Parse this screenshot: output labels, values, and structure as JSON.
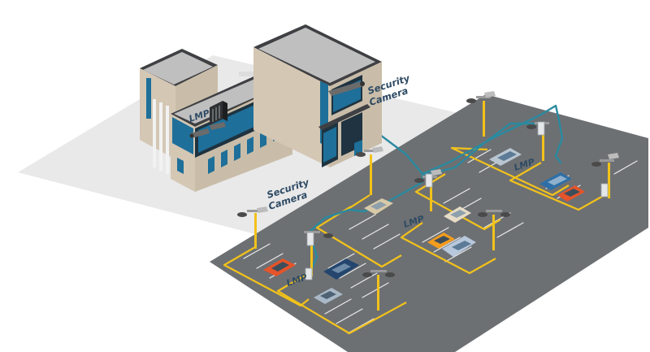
{
  "labels": {
    "camera_top_line1": "Security",
    "camera_top_line2": "Camera",
    "camera_left_line1": "Security",
    "camera_left_line2": "Camera",
    "lmp_building": "LMP",
    "lmp_center": "LMP",
    "lmp_right": "LMP",
    "lmp_bottom": "LMP"
  },
  "colors": {
    "network_cable": "#2a8aa0",
    "power_cable": "#f2a81d",
    "parking_line": "#f2c21b",
    "asphalt": "#6d7073",
    "ground": "#e9e9ea"
  }
}
